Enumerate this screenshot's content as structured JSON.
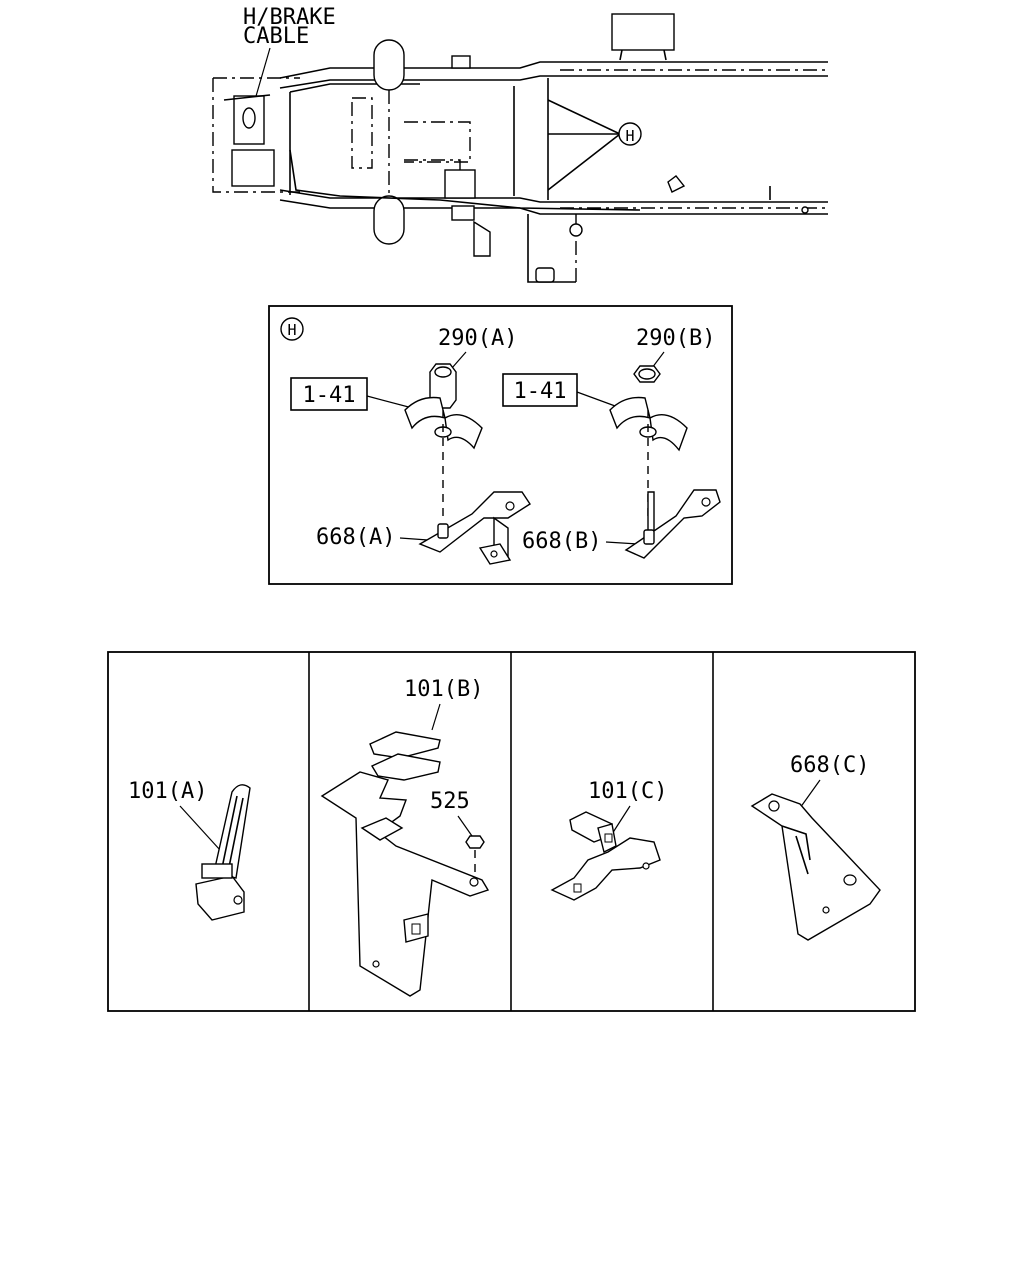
{
  "overview": {
    "callout_brake_line1": "H/BRAKE",
    "callout_brake_line2": "CABLE",
    "callout_detail": "H"
  },
  "detail_h": {
    "marker": "H",
    "left": {
      "nut": "290(A)",
      "ref": "1-41",
      "bracket": "668(A)"
    },
    "right": {
      "nut": "290(B)",
      "ref": "1-41",
      "bracket": "668(B)"
    }
  },
  "parts_panels": [
    {
      "labels": [
        "101(A)"
      ]
    },
    {
      "labels": [
        "101(B)",
        "525"
      ]
    },
    {
      "labels": [
        "101(C)"
      ]
    },
    {
      "labels": [
        "668(C)"
      ]
    }
  ]
}
